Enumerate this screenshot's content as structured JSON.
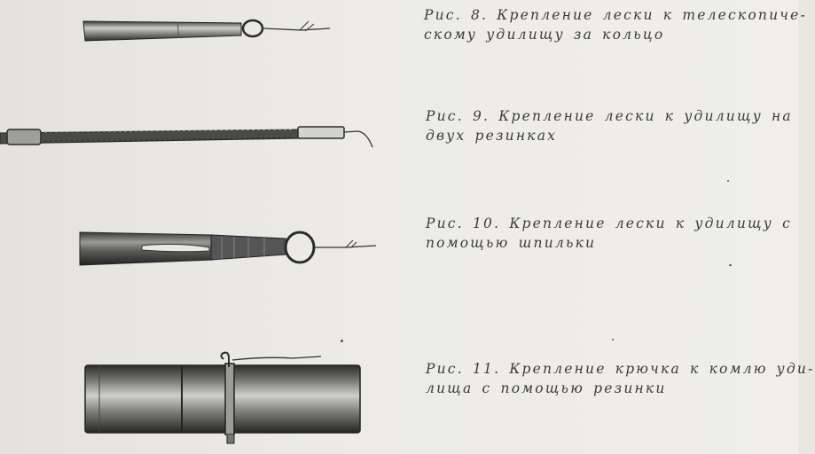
{
  "figures": [
    {
      "id": "fig8",
      "lines": [
        "Рис. 8. Крепление лески к телескопиче-",
        "скому удилищу за кольцо"
      ]
    },
    {
      "id": "fig9",
      "lines": [
        "Рис. 9. Крепление лески к удилищу на",
        "двух резинках"
      ]
    },
    {
      "id": "fig10",
      "lines": [
        "Рис. 10. Крепление лески к удилищу с",
        "помощью шпильки"
      ]
    },
    {
      "id": "fig11",
      "lines": [
        "Рис. 11. Крепление крючка к комлю уди-",
        "лища с помощью резинки"
      ]
    }
  ],
  "colors": {
    "paper": "#ecebe6",
    "ink": "#3a3a3a",
    "metal_dark": "#2f2f2f",
    "metal_light": "#bdbdb8"
  }
}
